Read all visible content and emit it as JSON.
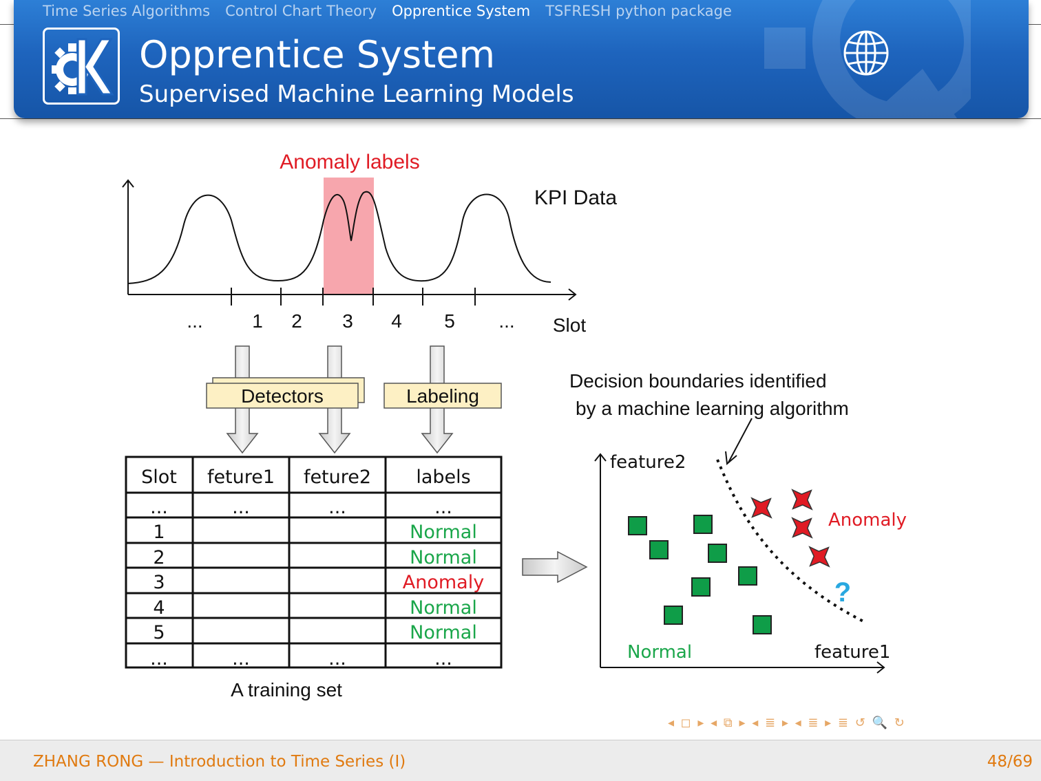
{
  "header": {
    "nav": [
      "Time Series Algorithms",
      "Control Chart Theory",
      "Opprentice System",
      "TSFRESH python package"
    ],
    "active_nav": "Opprentice System",
    "title": "Opprentice System",
    "subtitle": "Supervised Machine Learning Models"
  },
  "figure": {
    "anomaly_labels": "Anomaly labels",
    "kpi_data": "KPI Data",
    "slot_axis_label": "Slot",
    "slot_ticks": [
      "...",
      "1",
      "2",
      "3",
      "4",
      "5",
      "..."
    ],
    "detectors_label": "Detectors",
    "labeling_label": "Labeling",
    "table_headers": [
      "Slot",
      "feture1",
      "feture2",
      "labels"
    ],
    "table_rows": [
      [
        "...",
        "...",
        "...",
        "..."
      ],
      [
        "1",
        "",
        "",
        "Normal"
      ],
      [
        "2",
        "",
        "",
        "Normal"
      ],
      [
        "3",
        "",
        "",
        "Anomaly"
      ],
      [
        "4",
        "",
        "",
        "Normal"
      ],
      [
        "5",
        "",
        "",
        "Normal"
      ],
      [
        "...",
        "...",
        "...",
        "..."
      ]
    ],
    "training_set_caption": "A training set",
    "decision_text_line1": "Decision boundaries identified",
    "decision_text_line2": "by a machine learning algorithm",
    "feature2_label": "feature2",
    "feature1_label": "feature1",
    "normal_label": "Normal",
    "anomaly_label": "Anomaly",
    "unknown_mark": "?",
    "colors": {
      "normal": "#1aa64a",
      "anomaly": "#e01b24",
      "highlight": "#f7a6ad",
      "question": "#29a8e0"
    }
  },
  "footer": {
    "author_talk": "ZHANG RONG — Introduction to Time Series (I)",
    "page": "48/69",
    "nav_symbols": "◂ ◻ ▸  ◂ ⧉ ▸  ◂ ≣ ▸  ◂ ≣ ▸   ≣   ↺ 🔍 ↻"
  }
}
